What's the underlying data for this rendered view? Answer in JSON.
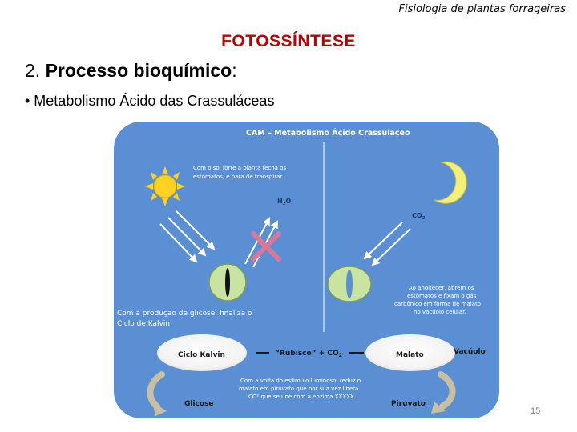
{
  "header": {
    "course": "Fisiologia de plantas forrageiras"
  },
  "slide": {
    "title": "FOTOSSÍNTESE",
    "subtitle_number": "2.",
    "subtitle_bold": "Processo bioquímico",
    "subtitle_colon": ":",
    "bullet": "• Metabolismo Ácido das Crassuláceas",
    "page_number": "15"
  },
  "diagram": {
    "title": "CAM – Metabolismo Ácido Crassuláceo",
    "day_text_1": "Com o sol forte a planta fecha os",
    "day_text_2": "estômatos, e para de transpirar.",
    "h2o_label": "H",
    "h2o_sub": "2",
    "h2o_end": "O",
    "co2_label": "CO",
    "co2_sub": "2",
    "night_text_1": "Ao anoitecer, abrem os",
    "night_text_2": "estômatos e fixam o gás",
    "night_text_3": "carbônico em forma de malato",
    "night_text_4": "no vacúolo celular.",
    "glucose_text_1": "Com a produção de glicose, finaliza o",
    "glucose_text_2": "Ciclo de Kalvin.",
    "calvin_label_1": "Ciclo ",
    "calvin_label_2": "Kalvin",
    "rubisco_label": "“Rubisco” +  CO",
    "rubisco_sub": "2",
    "malato_label": "Malato",
    "vacuolo_label": "Vacúolo",
    "bottom_text_1": "Com a volta do estímulo luminoso, reduz o",
    "bottom_text_2": "malato em piruvato que por sua vez libera",
    "bottom_text_3": "CO² que se une com a enzima XXXXX.",
    "glicose_label": "Glicose",
    "piruvato_label": "Piruvato",
    "colors": {
      "panel": "#5b8fd4",
      "sun": "#ffd21f",
      "moon": "#f4ef78",
      "leaf": "#c8e4a0",
      "cross": "#d9779b"
    }
  }
}
